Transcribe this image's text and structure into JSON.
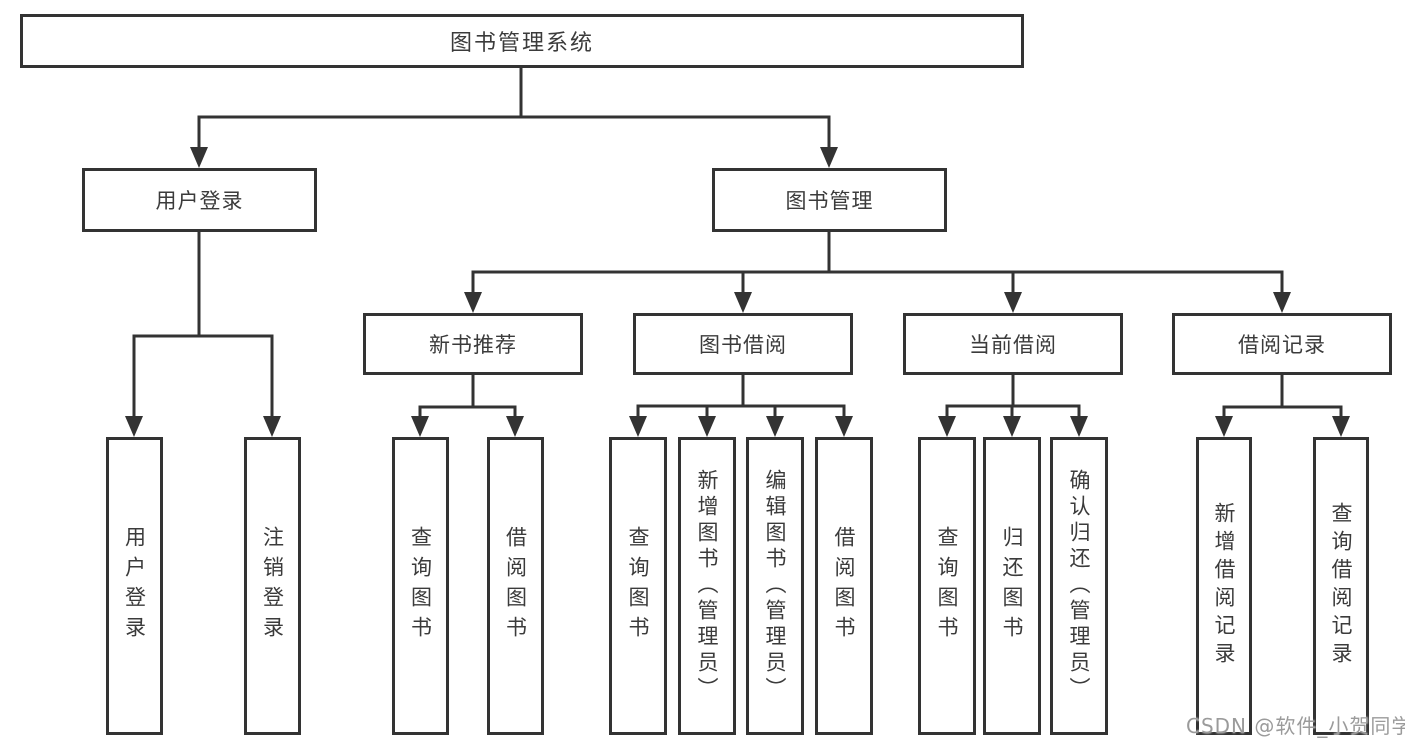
{
  "diagram": {
    "root": {
      "label": "图书管理系统"
    },
    "level2": {
      "user_login": {
        "label": "用户登录"
      },
      "book_mgmt": {
        "label": "图书管理"
      }
    },
    "level3": {
      "new_book_rec": {
        "label": "新书推荐"
      },
      "book_borrow": {
        "label": "图书借阅"
      },
      "current_borrow": {
        "label": "当前借阅"
      },
      "borrow_records": {
        "label": "借阅记录"
      }
    },
    "leaves": {
      "user_login_leaf": {
        "label": "用户登录"
      },
      "logout_leaf": {
        "label": "注销登录"
      },
      "nb_query_books": {
        "label": "查询图书"
      },
      "nb_borrow_books": {
        "label": "借阅图书"
      },
      "bb_query_books": {
        "label": "查询图书"
      },
      "bb_add_books": {
        "label": "新增图书（管理员）"
      },
      "bb_edit_books": {
        "label": "编辑图书（管理员）"
      },
      "bb_borrow_books": {
        "label": "借阅图书"
      },
      "cb_query_books": {
        "label": "查询图书"
      },
      "cb_return_books": {
        "label": "归还图书"
      },
      "cb_confirm_return": {
        "label": "确认归还（管理员）"
      },
      "br_add_record": {
        "label": "新增借阅记录"
      },
      "br_query_record": {
        "label": "查询借阅记录"
      }
    }
  },
  "watermark": {
    "text": "CSDN @软件_小贺同学"
  },
  "colors": {
    "line": "#333333",
    "text": "#3b3b3b",
    "watermark_text": "#9b9b9b",
    "background": "#ffffff"
  }
}
